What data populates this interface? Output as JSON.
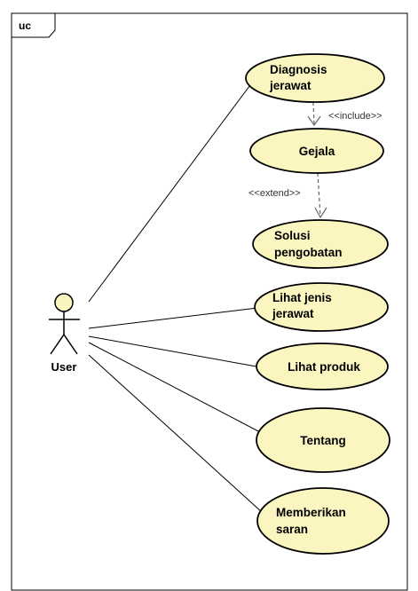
{
  "frame": {
    "label": "uc"
  },
  "actor": {
    "name": "User"
  },
  "use_cases": {
    "diagnosis": [
      "Diagnosis",
      "jerawat"
    ],
    "gejala": [
      "Gejala"
    ],
    "solusi": [
      "Solusi",
      "pengobatan"
    ],
    "lihat_jenis": [
      "Lihat jenis",
      "jerawat"
    ],
    "lihat_produk": [
      "Lihat produk"
    ],
    "tentang": [
      "Tentang"
    ],
    "saran": [
      "Memberikan",
      "saran"
    ]
  },
  "relations": {
    "include": "<<include>>",
    "extend": "<<extend>>"
  },
  "colors": {
    "use_case_fill": "#fbf5c0",
    "stroke": "#000000"
  }
}
